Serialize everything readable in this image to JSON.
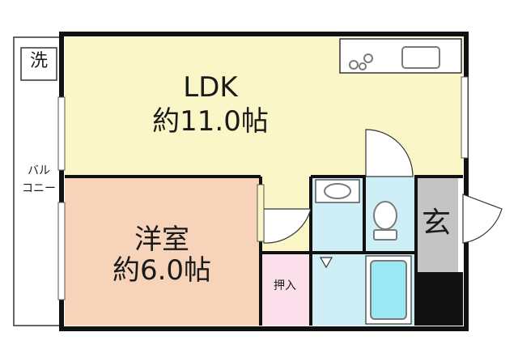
{
  "rooms": {
    "ldk": {
      "label": "LDK",
      "area": "約11.0帖",
      "color": "#fbf6c8"
    },
    "western": {
      "label": "洋室",
      "area": "約6.0帖",
      "color": "#f6d3b9"
    },
    "closet": {
      "label": "押入",
      "color": "#fbe0ec"
    },
    "entrance": {
      "label": "玄",
      "color": "#c4c4c4"
    },
    "wet_area": {
      "color": "#cfeff6"
    }
  },
  "balcony": {
    "label_line1": "バル",
    "label_line2": "コニー"
  },
  "laundry": {
    "label": "洗"
  },
  "colors": {
    "wall": "#111111",
    "fixture": "#7a7a7a",
    "tub": "#9de8f5"
  },
  "icons": [
    "stove-icon",
    "sink-icon",
    "washbasin-icon",
    "toilet-icon",
    "bathtub-icon",
    "door-swing-icon"
  ]
}
